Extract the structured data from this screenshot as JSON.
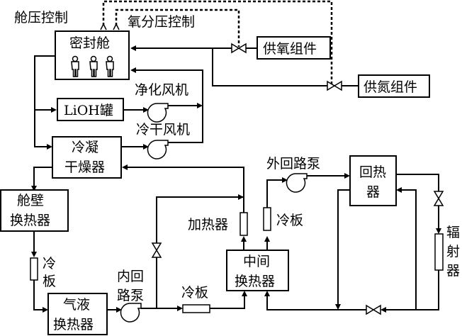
{
  "diagram": {
    "title": "",
    "labels": {
      "cabin_pressure_control": "舱压控制",
      "oxygen_partial_pressure_control": "氧分压控制",
      "sealed_cabin": "密封舱",
      "oxygen_supply": "供氧组件",
      "nitrogen_supply": "供氮组件",
      "purify_fan": "净化风机",
      "lioh_tank": "LiOH罐",
      "cold_dry_fan": "冷干风机",
      "condensing_dryer_line1": "冷凝",
      "condensing_dryer_line2": "干燥器",
      "outer_loop_pump": "外回路泵",
      "regenerator_line1": "回热",
      "regenerator_line2": "器",
      "cabin_wall_hx_line1": "舱壁",
      "cabin_wall_hx_line2": "换热器",
      "heater": "加热器",
      "cold_plate_outer": "冷板",
      "radiator_1": "辐",
      "radiator_2": "射",
      "radiator_3": "器",
      "cold_plate_left_1": "冷",
      "cold_plate_left_2": "板",
      "intermediate_hx_line1": "中间",
      "intermediate_hx_line2": "换热器",
      "inner_loop_pump_line1": "内回",
      "inner_loop_pump_line2": "路泵",
      "cold_plate_bottom": "冷板",
      "gas_liquid_hx_line1": "气液",
      "gas_liquid_hx_line2": "换热器"
    },
    "crew_count": 3
  }
}
